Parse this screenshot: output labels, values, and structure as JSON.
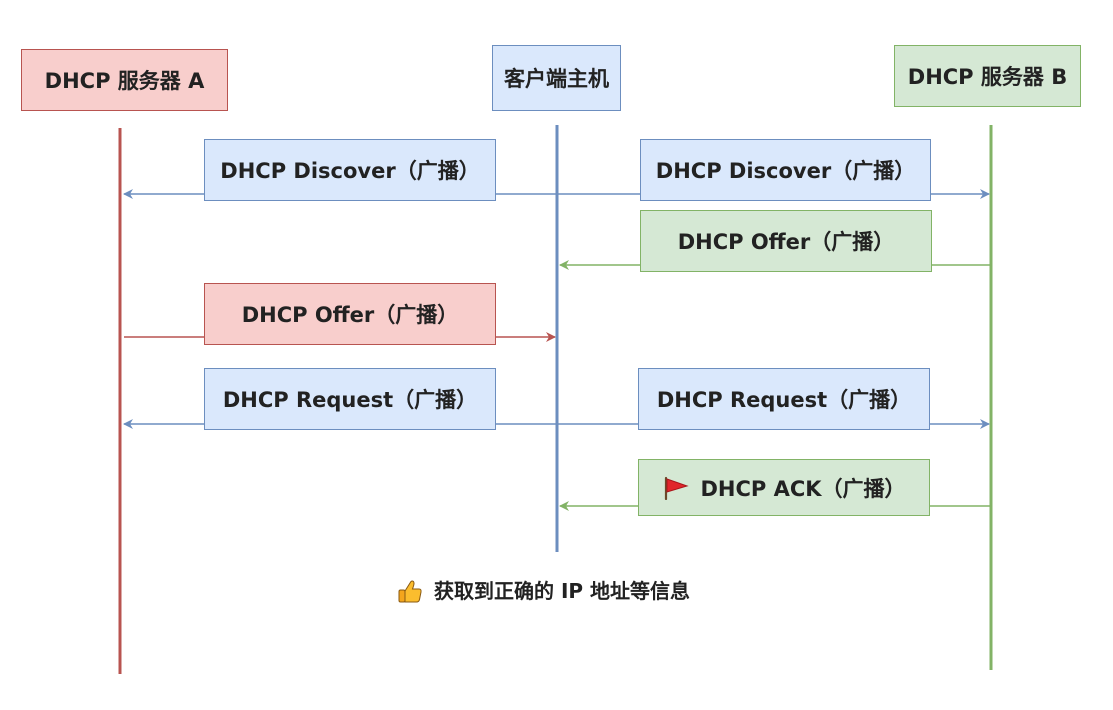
{
  "actors": {
    "server_a": "DHCP 服务器 A",
    "client": "客户端主机",
    "server_b": "DHCP 服务器 B"
  },
  "messages": [
    {
      "label": "DHCP Discover（广播）",
      "from": "client",
      "to": "server_a"
    },
    {
      "label": "DHCP Discover（广播）",
      "from": "client",
      "to": "server_b"
    },
    {
      "label": "DHCP Offer（广播）",
      "from": "server_b",
      "to": "client"
    },
    {
      "label": "DHCP Offer（广播）",
      "from": "server_a",
      "to": "client"
    },
    {
      "label": "DHCP Request（广播）",
      "from": "client",
      "to": "server_a"
    },
    {
      "label": "DHCP Request（广播）",
      "from": "client",
      "to": "server_b"
    },
    {
      "label": "DHCP ACK（广播）",
      "from": "server_b",
      "to": "client",
      "icon": "red-flag-icon"
    }
  ],
  "note": {
    "icon": "thumbs-up-icon",
    "text": "获取到正确的 IP 地址等信息"
  },
  "colors": {
    "red_fill": "#f8cecc",
    "red_stroke": "#b85450",
    "blue_fill": "#dae8fc",
    "blue_stroke": "#6c8ebf",
    "green_fill": "#d5e8d4",
    "green_stroke": "#82b366"
  }
}
